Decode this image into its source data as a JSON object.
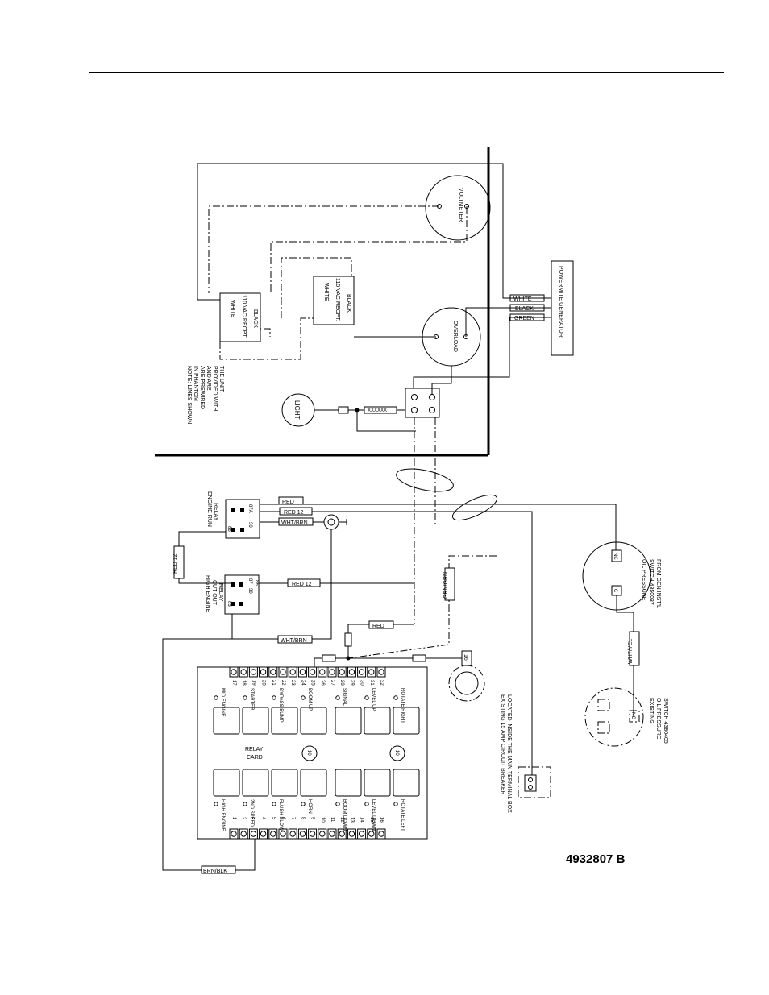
{
  "document": {
    "drawing_number": "4932807 B"
  },
  "note": {
    "lines": [
      "NOTE: LINES SHOWN",
      "IN PHANTOM",
      "ARE PREWIRED",
      "AND ARE",
      "PROVIDED WITH",
      "THE UNIT"
    ]
  },
  "components": {
    "voltmeter": "VOLTMETER",
    "overload": "OVERLOAD",
    "generator": "POWERMITE GENERATOR",
    "light": "LIGHT",
    "receptacle_1": {
      "top": "WHITE",
      "mid": "110 VAC RECPT.",
      "bottom": "BLACK"
    },
    "receptacle_2": {
      "top": "WHITE",
      "mid": "110 VAC RECPT.",
      "bottom": "BLACK"
    },
    "engine_run_relay": [
      "ENGINE RUN",
      "RELAY"
    ],
    "high_engine_cutout_relay": [
      "HIGH ENGINE",
      "CUT OUT",
      "RELAY"
    ],
    "relay_card": [
      "RELAY",
      "CARD"
    ],
    "oil_switch_new": [
      "OIL PRESSURE",
      "SWITCH 4350037",
      "FROM GEN INST'L"
    ],
    "oil_switch_existing": [
      "EXISTING",
      "OIL PRESSURE",
      "SWITCH 4380405"
    ],
    "breaker_note": [
      "EXISTING 15 AMP CIRCUIT BREAKER",
      "LOCATED INSIDE THE MAIN TERMINAL BOX"
    ],
    "terminal_16": "16",
    "fuse_label": "XXXXXX",
    "card_ref_mark": "10",
    "relay_pins": {
      "p87": "87",
      "p30": "30",
      "p86": "86",
      "p85": "85",
      "p87a": "87A"
    },
    "switch_nc": "NC",
    "switch_c": "C",
    "switch_no": "NO"
  },
  "wire_labels": {
    "white": "WHITE",
    "black": "BLACK",
    "green": "GREEN",
    "red": "RED",
    "red_12": "RED 12",
    "wht_brn": "WHT/BRN",
    "grn_grn": "GRN/GRN",
    "wht_yel": "WHT/YEL",
    "brn_blk": "BRN/BLK"
  },
  "relay_card_terminals": {
    "top": [
      "17",
      "18",
      "19",
      "20",
      "21",
      "22",
      "23",
      "24",
      "25",
      "26",
      "27",
      "28",
      "29",
      "30",
      "31",
      "32"
    ],
    "bottom": [
      "1",
      "2",
      "3",
      "4",
      "5",
      "6",
      "7",
      "8",
      "9",
      "10",
      "11",
      "12",
      "13",
      "14",
      "15",
      "16"
    ]
  },
  "relay_card_functions": {
    "top": [
      "MID ENGINE",
      "STARTER",
      "BYPASS BUMP",
      "BOOM UP",
      "SIGNAL",
      "LEVEL UP",
      "ROTATE RIGHT"
    ],
    "bottom": [
      "HIGH ENGINE",
      "2ND SPEED",
      "FLUSH SLOW",
      "HORN",
      "BOOM DOWN",
      "LEVEL DOWN",
      "ROTATE LEFT"
    ]
  }
}
